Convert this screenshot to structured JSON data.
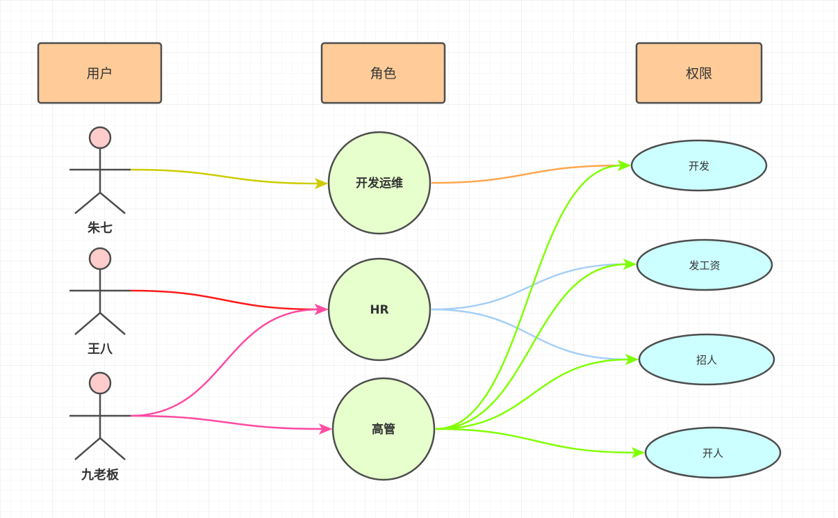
{
  "headers": {
    "users": "用户",
    "roles": "角色",
    "permissions": "权限"
  },
  "users": [
    {
      "id": "u1",
      "label": "朱七"
    },
    {
      "id": "u2",
      "label": "王八"
    },
    {
      "id": "u3",
      "label": "九老板"
    }
  ],
  "roles": [
    {
      "id": "r1",
      "label": "开发运维"
    },
    {
      "id": "r2",
      "label": "HR"
    },
    {
      "id": "r3",
      "label": "高管"
    }
  ],
  "permissions": [
    {
      "id": "p1",
      "label": "开发"
    },
    {
      "id": "p2",
      "label": "发工资"
    },
    {
      "id": "p3",
      "label": "招人"
    },
    {
      "id": "p4",
      "label": "开人"
    }
  ],
  "edges": [
    {
      "from": "u1",
      "to": "r1",
      "color": "#cccc00"
    },
    {
      "from": "u2",
      "to": "r2",
      "color": "#ff1a1a"
    },
    {
      "from": "u3",
      "to": "r2",
      "color": "#ff4aa2"
    },
    {
      "from": "u3",
      "to": "r3",
      "color": "#ff4aa2"
    },
    {
      "from": "r1",
      "to": "p1",
      "color": "#ffa64d"
    },
    {
      "from": "r2",
      "to": "p2",
      "color": "#a6cff7"
    },
    {
      "from": "r2",
      "to": "p3",
      "color": "#a6cff7"
    },
    {
      "from": "r3",
      "to": "p1",
      "color": "#80ff00"
    },
    {
      "from": "r3",
      "to": "p2",
      "color": "#80ff00"
    },
    {
      "from": "r3",
      "to": "p3",
      "color": "#80ff00"
    },
    {
      "from": "r3",
      "to": "p4",
      "color": "#80ff00"
    }
  ],
  "colors": {
    "header_fill": "#ffcc99",
    "role_fill": "#e6ffcc",
    "perm_fill": "#ccffff",
    "head_fill": "#ffcccc",
    "stroke": "#4d4d4d"
  }
}
